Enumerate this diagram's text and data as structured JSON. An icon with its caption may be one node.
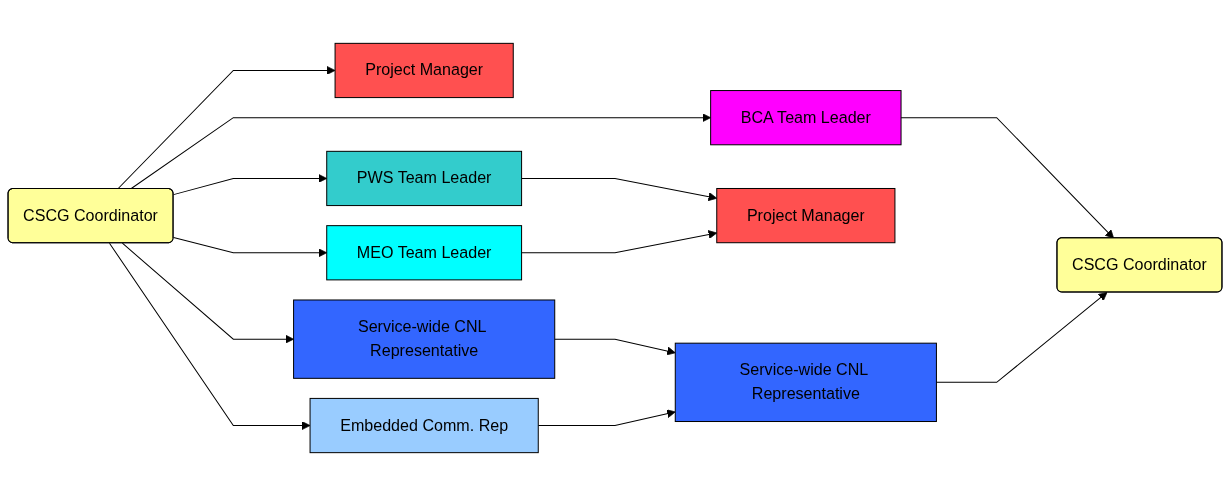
{
  "diagram": {
    "nodes": [
      {
        "text": [
          "CSCG Coordinator"
        ]
      },
      {
        "text": [
          "Project Manager"
        ]
      },
      {
        "text": [
          "PWS Team Leader"
        ]
      },
      {
        "text": [
          "MEO Team Leader"
        ]
      },
      {
        "text": [
          "BCA Team Leader"
        ]
      },
      {
        "text": [
          "Service-wide CNL Representative"
        ]
      },
      {
        "text": [
          "Embedded Comm. Rep"
        ]
      },
      {
        "text": [
          "Project Manager"
        ]
      },
      {
        "text": [
          "CSCG Coordinator"
        ]
      },
      {
        "text": [
          "Service-wide CNL Representative"
        ]
      }
    ],
    "edges": [
      {
        "from": 0,
        "to": 1,
        "arrow": "to"
      },
      {
        "from": 0,
        "to": 2,
        "arrow": "to"
      },
      {
        "from": 0,
        "to": 3,
        "arrow": "to"
      },
      {
        "from": 0,
        "to": 4,
        "arrow": "to"
      },
      {
        "from": 0,
        "to": 5,
        "arrow": "to"
      },
      {
        "from": 0,
        "to": 6,
        "arrow": "to"
      },
      {
        "from": 2,
        "to": 7,
        "arrow": "to"
      },
      {
        "from": 3,
        "to": 7,
        "arrow": "to"
      },
      {
        "from": 4,
        "to": 8,
        "arrow": "to"
      },
      {
        "from": 5,
        "to": 9,
        "arrow": "to"
      },
      {
        "from": 6,
        "to": 9,
        "arrow": "to"
      },
      {
        "from": 9,
        "to": 8,
        "arrow": "to"
      }
    ]
  }
}
